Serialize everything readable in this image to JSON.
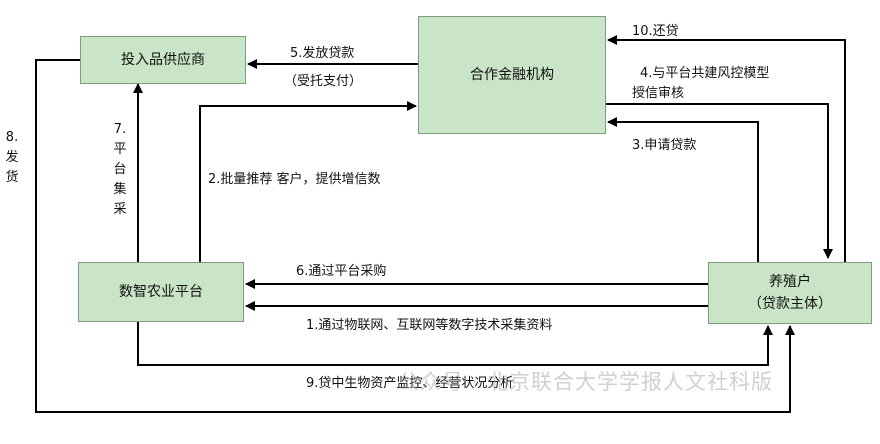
{
  "nodes": {
    "supplier": "投入品供应商",
    "bank": "合作金融机构",
    "platform": "数智农业平台",
    "farmer_line1": "养殖户",
    "farmer_line2": "（贷款主体）"
  },
  "edges": {
    "e1": "1.通过物联网、互联网等数字技术采集资料",
    "e2": "2.批量推荐  客户，提供增信数",
    "e3": "3.申请贷款",
    "e4_line1": "4.与平台共建风控模型",
    "e4_line2": "授信审核",
    "e5_line1": "5.发放贷款",
    "e5_line2": "（受托支付）",
    "e6": "6.通过平台采购",
    "e7": [
      "7.",
      "平",
      "台",
      "集",
      "采"
    ],
    "e8": [
      "8.",
      "发",
      "货"
    ],
    "e9": "9.贷中生物资产监控、经营状况分析",
    "e10": "10.还贷"
  },
  "watermark": "公众号 · 北京联合大学学报人文社科版"
}
